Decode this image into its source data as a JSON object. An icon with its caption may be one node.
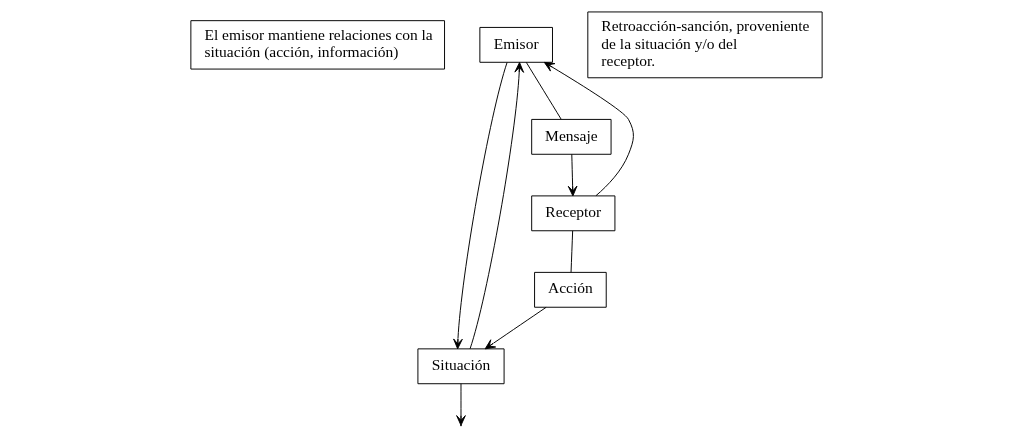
{
  "diagram": {
    "nodes": [
      {
        "text": [
          "El emisor mantiene relaciones con la situación (acción, información)"
        ]
      },
      {
        "text": [
          "Emisor"
        ]
      },
      {
        "text": [
          "Retroacción-sanción, proveniente de la situación y/o del receptor."
        ]
      },
      {
        "text": [
          "Situación"
        ]
      },
      {
        "text": [
          "Mensaje"
        ]
      },
      {
        "text": [
          "Acción"
        ]
      },
      {
        "text": [
          "Receptor"
        ]
      }
    ],
    "edges": [
      {
        "from": 3,
        "to": null,
        "arrow": "to"
      },
      {
        "from": 1,
        "to": 3,
        "arrow": "to"
      },
      {
        "from": 3,
        "to": 1,
        "arrow": "to"
      },
      {
        "from": 1,
        "to": 4,
        "arrow": "none"
      },
      {
        "from": 4,
        "to": 6,
        "arrow": "to"
      },
      {
        "from": 6,
        "to": 1,
        "arrow": "to"
      },
      {
        "from": 6,
        "to": 5,
        "arrow": "none"
      },
      {
        "from": 5,
        "to": 3,
        "arrow": "to"
      }
    ]
  }
}
